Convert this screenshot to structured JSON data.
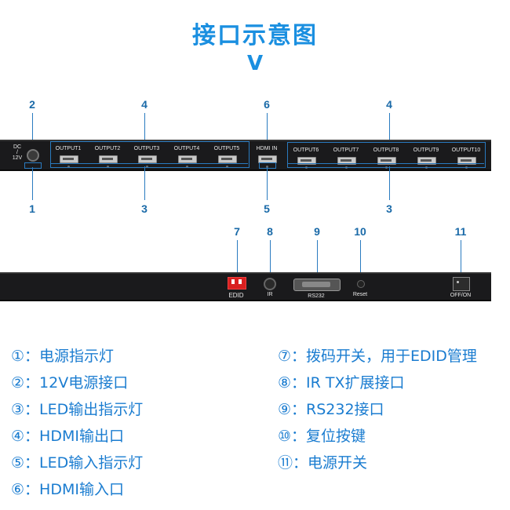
{
  "title": "接口示意图",
  "chevron": "V",
  "front_panel": {
    "dc_label": "DC",
    "dc_slash": "/",
    "dc_voltage": "12V",
    "outputs_left": [
      "OUTPUT1",
      "OUTPUT2",
      "OUTPUT3",
      "OUTPUT4",
      "OUTPUT5"
    ],
    "hdmi_in": "HDMI IN",
    "outputs_right": [
      "OUTPUT6",
      "OUTPUT7",
      "OUTPUT8",
      "OUTPUT9",
      "OUTPUT10"
    ]
  },
  "front_callouts": {
    "c2": "2",
    "c4a": "4",
    "c6": "6",
    "c4b": "4",
    "c1": "1",
    "c3a": "3",
    "c5": "5",
    "c3b": "3"
  },
  "rear_callouts": {
    "c7": "7",
    "c8": "8",
    "c9": "9",
    "c10": "10",
    "c11": "11"
  },
  "rear_panel": {
    "edid": "EDID",
    "ir": "IR",
    "rs232": "RS232",
    "reset": "Reset",
    "offon": "OFF/ON"
  },
  "legend_left": [
    "①：电源指示灯",
    "②：12V电源接口",
    "③：LED输出指示灯",
    "④：HDMI输出口",
    "⑤：LED输入指示灯",
    "⑥：HDMI输入口"
  ],
  "legend_right": [
    "⑦：拨码开关，用于EDID管理",
    "⑧：IR TX扩展接口",
    "⑨：RS232接口",
    "⑩：复位按键",
    "⑪：电源开关"
  ],
  "colors": {
    "accent": "#1a8fe0",
    "panel": "#1a1a1c",
    "legend": "#1a7cd0",
    "dip_switch": "#d92020"
  }
}
